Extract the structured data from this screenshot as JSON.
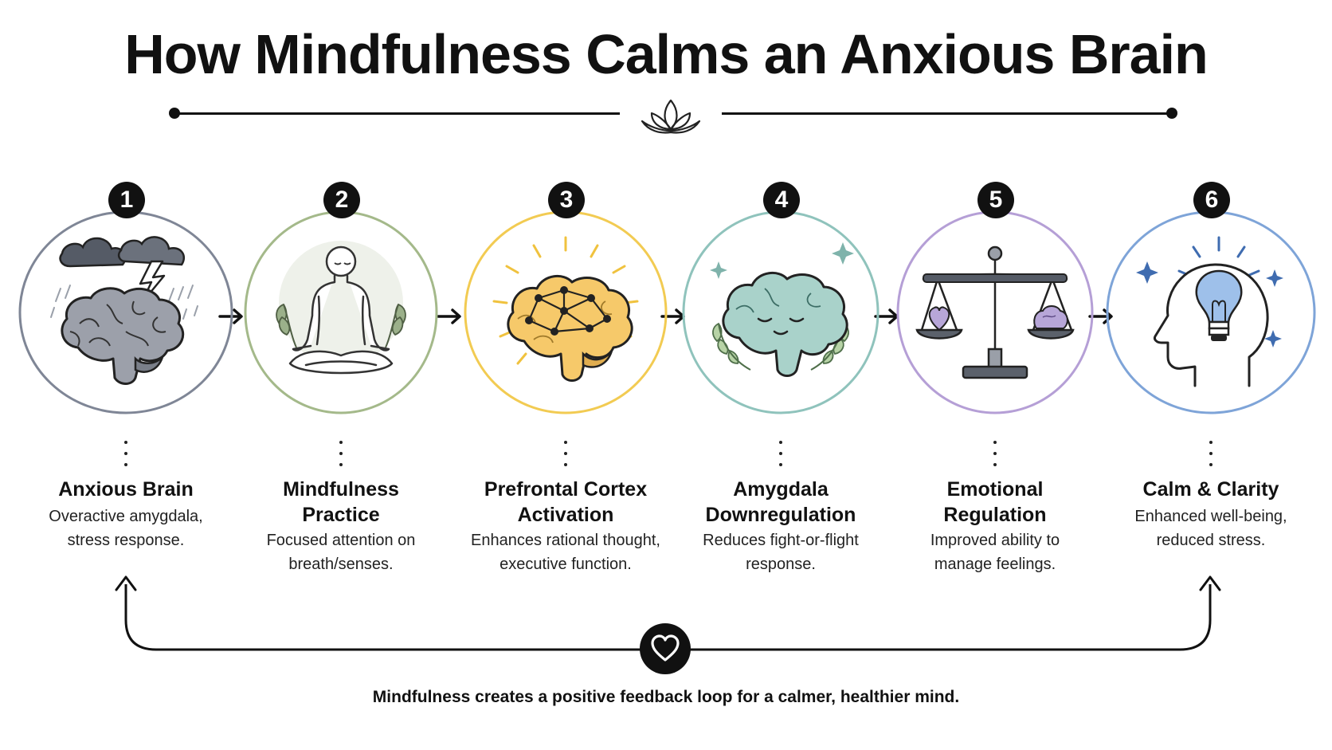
{
  "title": "How Mindfulness Calms an Anxious Brain",
  "steps": [
    {
      "number": "1",
      "label": "Anxious Brain",
      "description": "Overactive amygdala, stress response.",
      "color": "#7f8696",
      "icon": "storm-brain-icon"
    },
    {
      "number": "2",
      "label": "Mindfulness Practice",
      "description": "Focused attention on breath/senses.",
      "color": "#a4b98a",
      "icon": "meditating-person-icon"
    },
    {
      "number": "3",
      "label": "Prefrontal Cortex Activation",
      "description": "Enhances rational thought, executive function.",
      "color": "#f2cb52",
      "icon": "glowing-brain-icon"
    },
    {
      "number": "4",
      "label": "Amygdala Downregulation",
      "description": "Reduces fight-or-flight response.",
      "color": "#8fc3bc",
      "icon": "calm-brain-icon"
    },
    {
      "number": "5",
      "label": "Emotional Regulation",
      "description": "Improved ability to manage feelings.",
      "color": "#b59fd6",
      "icon": "balance-scale-icon"
    },
    {
      "number": "6",
      "label": "Calm & Clarity",
      "description": "Enhanced well-being, reduced stress.",
      "color": "#7ea4d8",
      "icon": "head-lightbulb-icon"
    }
  ],
  "footer": "Mindfulness creates a positive feedback loop for a calmer, healthier mind.",
  "decor": {
    "divider_icon": "lotus-icon",
    "loop_icon": "heart-icon"
  }
}
